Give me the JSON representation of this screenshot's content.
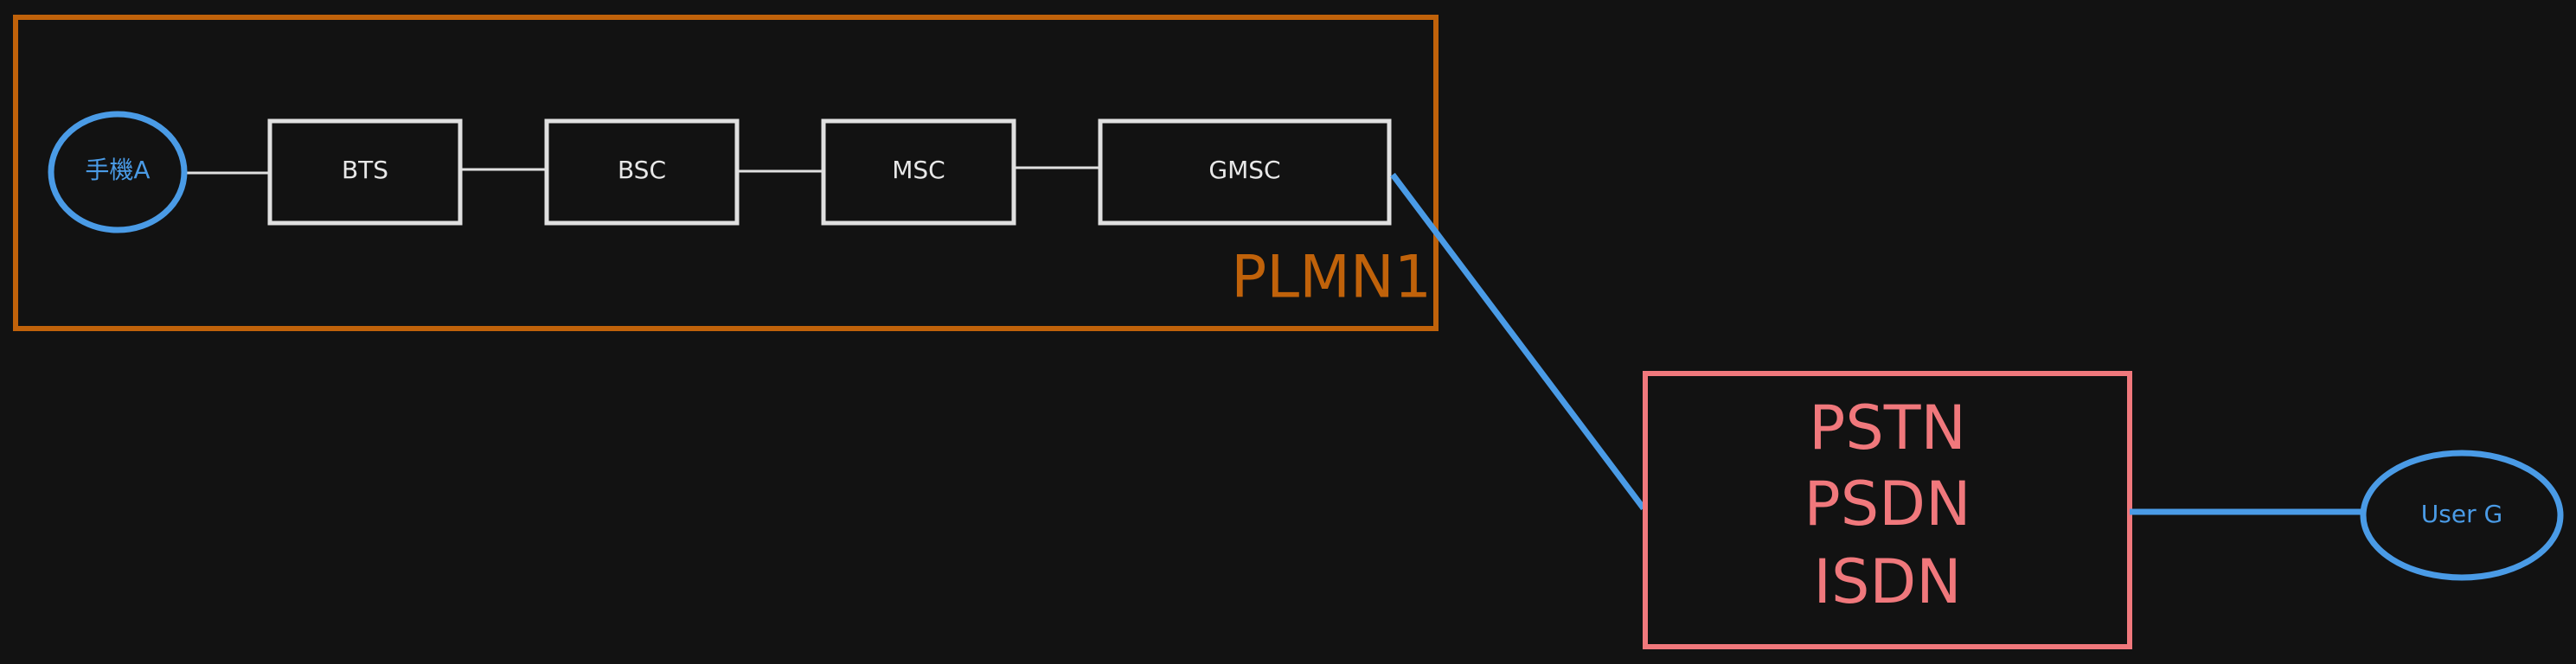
{
  "colors": {
    "background": "#121212",
    "node_stroke": "#e0e0e0",
    "plmn_frame": "#c0620a",
    "network_frame": "#f0787c",
    "endpoint_blue": "#4a9be6"
  },
  "phone_a": {
    "label": "手機A"
  },
  "chain": [
    {
      "label": "BTS"
    },
    {
      "label": "BSC"
    },
    {
      "label": "MSC"
    },
    {
      "label": "GMSC"
    }
  ],
  "plmn": {
    "label": "PLMN1"
  },
  "networks": {
    "lines": [
      "PSTN",
      "PSDN",
      "ISDN"
    ]
  },
  "user_g": {
    "label": "User G"
  }
}
